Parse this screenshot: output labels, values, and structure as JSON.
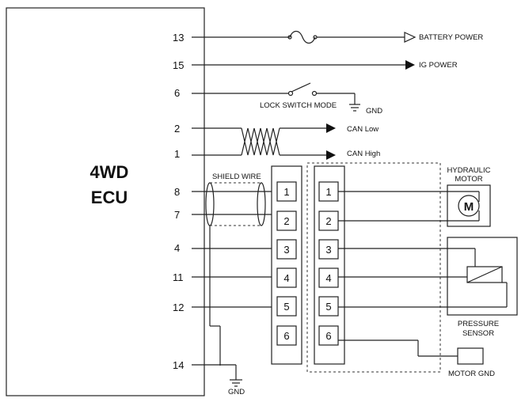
{
  "ecu": {
    "line1": "4WD",
    "line2": "ECU"
  },
  "pins": {
    "p13": "13",
    "p15": "15",
    "p6": "6",
    "p2": "2",
    "p1": "1",
    "p8": "8",
    "p7": "7",
    "p4": "4",
    "p11": "11",
    "p12": "12",
    "p14": "14"
  },
  "signals": {
    "battery_power": "BATTERY POWER",
    "ig_power": "IG POWER",
    "lock_switch_mode": "LOCK SWITCH MODE",
    "gnd": "GND",
    "can_low": "CAN Low",
    "can_high": "CAN High"
  },
  "shield_wire": "SHIELD WIRE",
  "connector_left": [
    "1",
    "2",
    "3",
    "4",
    "5",
    "6"
  ],
  "connector_right": [
    "1",
    "2",
    "3",
    "4",
    "5",
    "6"
  ],
  "hydraulic_motor": {
    "line1": "HYDRAULIC",
    "line2": "MOTOR",
    "symbol": "M"
  },
  "pressure_sensor": {
    "line1": "PRESSURE",
    "line2": "SENSOR"
  },
  "motor_gnd": "MOTOR GND",
  "ground_bottom": "GND"
}
